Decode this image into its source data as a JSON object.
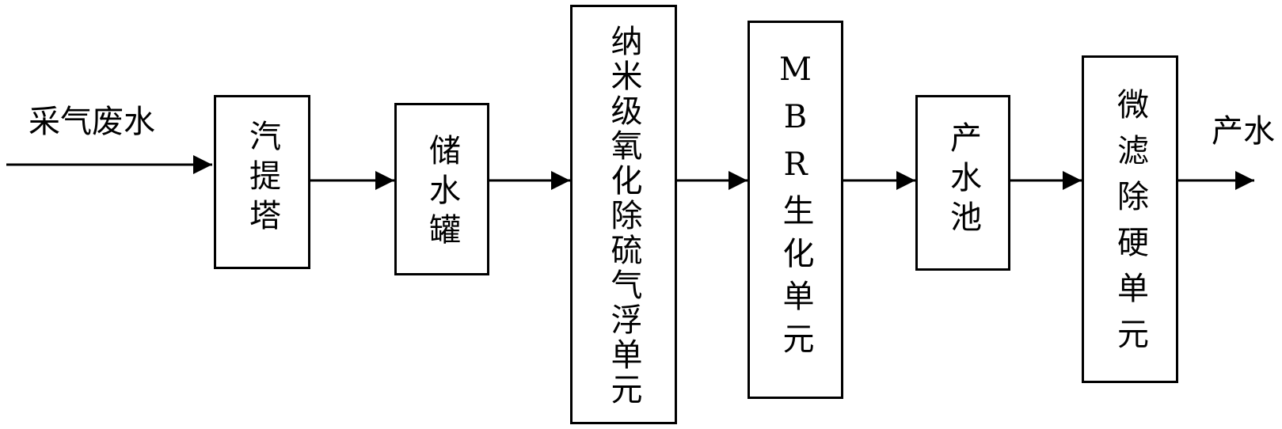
{
  "input_label": "采气废水",
  "output_label": "产水",
  "units": [
    {
      "id": "stripper",
      "label": "汽提塔"
    },
    {
      "id": "storage-tank",
      "label": "储水罐"
    },
    {
      "id": "nano-oxidation-desulfurization-flotation-unit",
      "label": "纳米级氧化除硫气浮单元"
    },
    {
      "id": "mbr-unit",
      "label": "MBR生化单元"
    },
    {
      "id": "product-water-tank",
      "label": "产水池"
    },
    {
      "id": "microfiltration-softening-unit",
      "label": "微滤除硬单元"
    }
  ],
  "colors": {
    "line": "#000000",
    "background": "#ffffff"
  }
}
